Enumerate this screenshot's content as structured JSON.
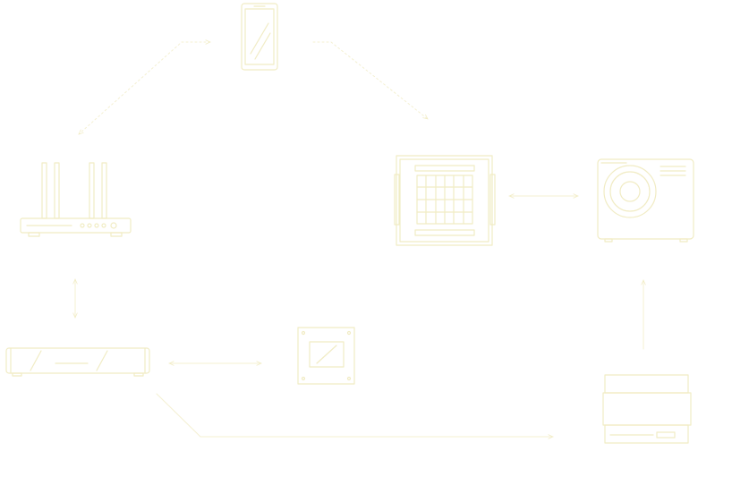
{
  "colors": {
    "stroke": "#f1ecc4",
    "stroke_light": "#f4f0d2",
    "background": "#ffffff"
  },
  "devices": [
    {
      "id": "phone",
      "icon": "smartphone-icon"
    },
    {
      "id": "router",
      "icon": "wifi-router-icon"
    },
    {
      "id": "gateway",
      "icon": "gateway-hub-icon"
    },
    {
      "id": "wall-controller",
      "icon": "wall-controller-icon"
    },
    {
      "id": "indoor-unit",
      "icon": "cassette-ac-indoor-unit-icon"
    },
    {
      "id": "outdoor-unit",
      "icon": "ac-outdoor-unit-icon"
    },
    {
      "id": "din-module",
      "icon": "din-rail-module-icon"
    }
  ],
  "connections": [
    {
      "from": "phone",
      "to": "router",
      "style": "dashed",
      "direction": "both"
    },
    {
      "from": "phone",
      "to": "indoor-unit",
      "style": "dashed",
      "direction": "forward"
    },
    {
      "from": "router",
      "to": "gateway",
      "style": "solid",
      "direction": "both"
    },
    {
      "from": "gateway",
      "to": "wall-controller",
      "style": "solid",
      "direction": "both"
    },
    {
      "from": "gateway",
      "to": "din-module",
      "style": "solid",
      "direction": "forward"
    },
    {
      "from": "indoor-unit",
      "to": "outdoor-unit",
      "style": "solid",
      "direction": "both"
    },
    {
      "from": "din-module",
      "to": "outdoor-unit",
      "style": "solid",
      "direction": "forward"
    }
  ]
}
